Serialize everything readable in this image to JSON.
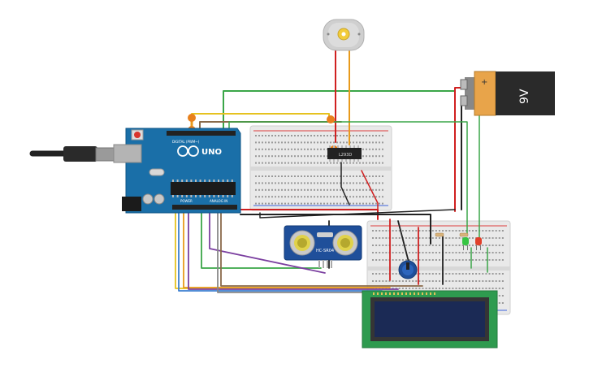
{
  "circuit": {
    "arduino": {
      "brand_label": "UNO",
      "digital_header_label": "DIGITAL (PWM~)",
      "power_label": "POWER",
      "analog_label": "ANALOG IN"
    },
    "motor_driver": {
      "chip_label": "L293D"
    },
    "battery": {
      "voltage_label": "9V",
      "plus_symbol": "+"
    },
    "ultrasonic": {
      "model_label": "HC-SR04"
    },
    "lcd": {
      "screen_text": ""
    },
    "colors": {
      "arduino_board": "#1a6fa8",
      "breadboard": "#e6e6e6",
      "battery_body": "#2a2a2a",
      "battery_cap": "#e8a44a",
      "lcd_pcb": "#2e9b4f",
      "lcd_screen": "#1b2a55",
      "sensor_pcb": "#1f4f9a",
      "wire_red": "#d02020",
      "wire_black": "#222222",
      "wire_green": "#3aa648",
      "wire_orange": "#e89a1c",
      "wire_yellow": "#e6c21f",
      "wire_purple": "#7b3fa0",
      "wire_brown": "#8a6a4a",
      "wire_gray": "#888888",
      "wire_blue": "#3b7fd0",
      "led_green": "#35c442",
      "led_red": "#e0402a"
    }
  }
}
